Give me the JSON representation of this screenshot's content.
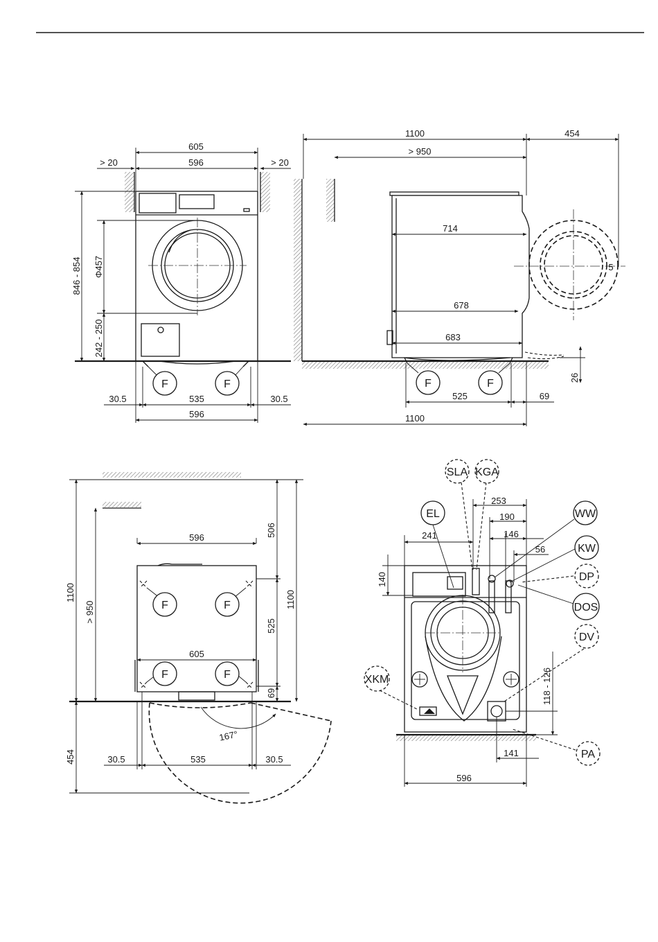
{
  "front_view": {
    "dims": {
      "width_top": "605",
      "width": "596",
      "clear_left": "> 20",
      "clear_right": "> 20",
      "height": "846 - 854",
      "door_dia": "Φ457",
      "door_height": "242 - 250",
      "foot_left": "30.5",
      "foot_span": "535",
      "foot_right": "30.5",
      "width_bottom": "596"
    },
    "feet": [
      "F",
      "F"
    ]
  },
  "side_view": {
    "dims": {
      "total": "1100",
      "wall_min": "> 950",
      "door_swing": "454",
      "d714": "714",
      "d678": "678",
      "d683": "683",
      "d525": "525",
      "d69": "69",
      "d26": "26",
      "total_bottom": "1100",
      "r5": "5"
    },
    "feet": [
      "F",
      "F"
    ]
  },
  "top_view": {
    "dims": {
      "width_top": "596",
      "width_mid": "605",
      "d1100_left": "1100",
      "wall_min": "> 950",
      "d506": "506",
      "d525": "525",
      "d1100_right": "1100",
      "d69": "69",
      "d454": "454",
      "foot_left": "30.5",
      "foot_span": "535",
      "foot_right": "30.5",
      "angle": "167°"
    },
    "feet": [
      "F",
      "F",
      "F",
      "F"
    ]
  },
  "rear_view": {
    "labels": {
      "sla": "SLA",
      "kga": "KGA",
      "el": "EL",
      "ww": "WW",
      "kw": "KW",
      "dp": "DP",
      "dos": "DOS",
      "dv": "DV",
      "xkm": "XKM",
      "pa": "PA"
    },
    "dims": {
      "d253": "253",
      "d190": "190",
      "d241": "241",
      "d146": "146",
      "d56": "56",
      "d140": "140",
      "d118_126": "118 - 126",
      "d141": "141",
      "d596": "596"
    }
  }
}
